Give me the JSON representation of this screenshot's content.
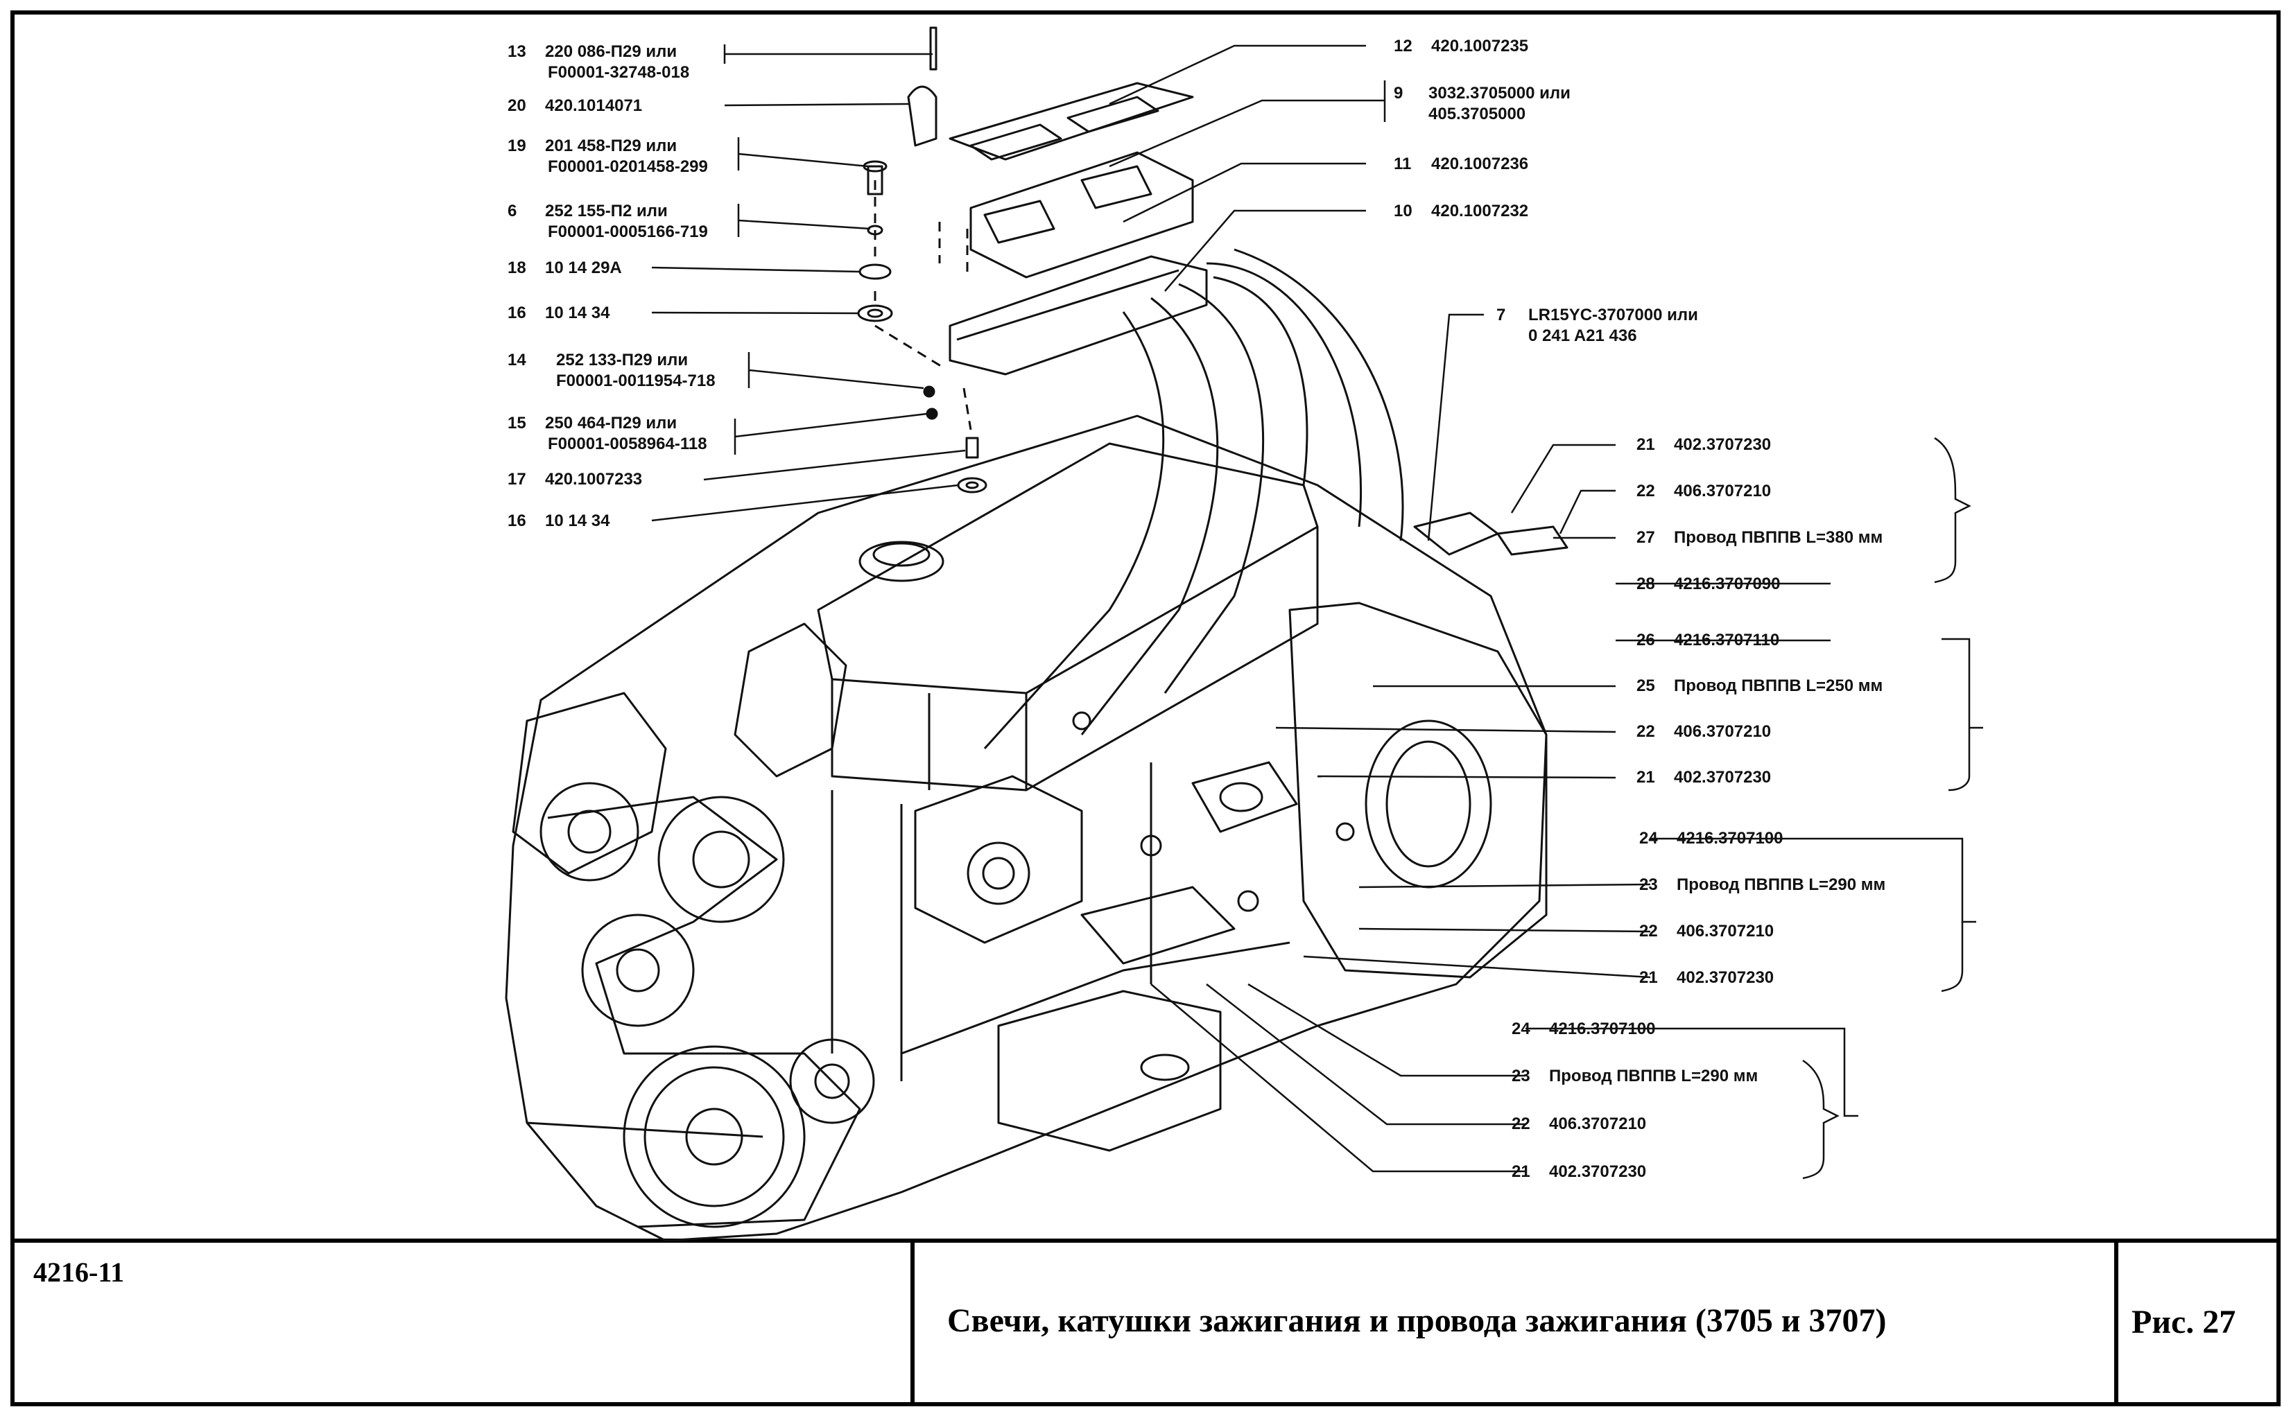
{
  "document": {
    "code": "4216-11",
    "title": "Свечи, катушки зажигания и провода зажигания (3705 и 3707)",
    "figure": "Рис. 27"
  },
  "callouts_left": [
    {
      "num": "13",
      "lines": [
        "220 086-П29 или",
        "F00001-32748-018"
      ]
    },
    {
      "num": "20",
      "lines": [
        "420.1014071"
      ]
    },
    {
      "num": "19",
      "lines": [
        "201 458-П29 или",
        "F00001-0201458-299"
      ]
    },
    {
      "num": "6",
      "lines": [
        "252 155-П2 или",
        "F00001-0005166-719"
      ]
    },
    {
      "num": "18",
      "lines": [
        "10 14 29А"
      ]
    },
    {
      "num": "16",
      "lines": [
        "10 14 34"
      ]
    },
    {
      "num": "14",
      "lines": [
        "252 133-П29 или",
        "F00001-0011954-718"
      ]
    },
    {
      "num": "15",
      "lines": [
        "250 464-П29 или",
        "F00001-0058964-118"
      ]
    },
    {
      "num": "17",
      "lines": [
        "420.1007233"
      ]
    },
    {
      "num": "16",
      "lines": [
        "10 14 34"
      ]
    }
  ],
  "callouts_top_right": [
    {
      "num": "12",
      "lines": [
        "420.1007235"
      ]
    },
    {
      "num": "9",
      "lines": [
        "3032.3705000 или",
        "405.3705000"
      ]
    },
    {
      "num": "11",
      "lines": [
        "420.1007236"
      ]
    },
    {
      "num": "10",
      "lines": [
        "420.1007232"
      ]
    },
    {
      "num": "7",
      "lines": [
        "LR15YC-3707000 или",
        "0 241 A21 436"
      ]
    }
  ],
  "wire_groups": [
    {
      "items": [
        {
          "num": "21",
          "text": "402.3707230"
        },
        {
          "num": "22",
          "text": "406.3707210"
        },
        {
          "num": "27",
          "text": "Провод ПВППВ L=380 мм"
        },
        {
          "num": "28",
          "text": "4216.3707090"
        }
      ]
    },
    {
      "items": [
        {
          "num": "26",
          "text": "4216.3707110"
        },
        {
          "num": "25",
          "text": "Провод ПВППВ L=250 мм"
        },
        {
          "num": "22",
          "text": "406.3707210"
        },
        {
          "num": "21",
          "text": "402.3707230"
        }
      ]
    },
    {
      "items": [
        {
          "num": "24",
          "text": "4216.3707100"
        },
        {
          "num": "23",
          "text": "Провод ПВППВ L=290 мм"
        },
        {
          "num": "22",
          "text": "406.3707210"
        },
        {
          "num": "21",
          "text": "402.3707230"
        }
      ]
    },
    {
      "items": [
        {
          "num": "24",
          "text": "4216.3707100"
        },
        {
          "num": "23",
          "text": "Провод ПВППВ L=290 мм"
        },
        {
          "num": "22",
          "text": "406.3707210"
        },
        {
          "num": "21",
          "text": "402.3707230"
        }
      ]
    }
  ]
}
